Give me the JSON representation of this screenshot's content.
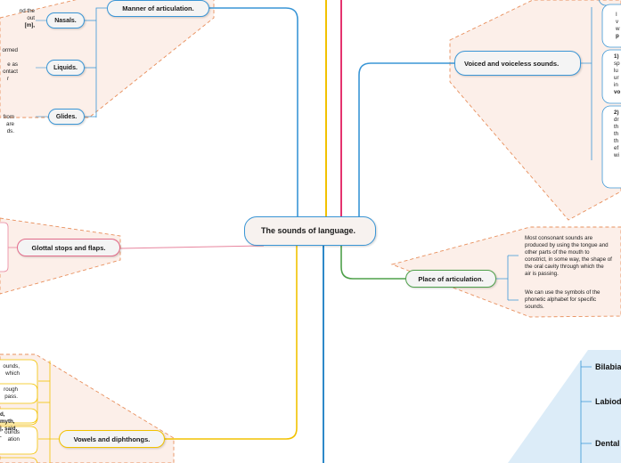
{
  "center": {
    "title": "The sounds of language."
  },
  "manner": {
    "title": "Manner of articulation.",
    "nasals": "Nasals.",
    "liquids": "Liquids.",
    "glides": "Glides.",
    "frag1a": "nd the",
    "frag1b": "out",
    "frag1c": "[m],",
    "frag2a": "ormed",
    "frag2b": "e as",
    "frag2c": "ontact",
    "frag2d": "r",
    "frag3a": "from",
    "frag3b": "are",
    "frag3c": "ds."
  },
  "voiced": {
    "title": "Voiced and voiceless sounds.",
    "c1a": "I",
    "c1b": "v",
    "c1c": "w",
    "c1d": "p",
    "c2a": "1)",
    "c2b": "sp",
    "c2c": "lu",
    "c2d": "ur",
    "c2e": "in",
    "c2f": "vo",
    "c3a": "2)",
    "c3b": "dr",
    "c3c": "th",
    "c3d": "th",
    "c3e": "th",
    "c3f": "ef",
    "c3g": "wi"
  },
  "glottal": {
    "title": "Glottal stops and flaps."
  },
  "place": {
    "title": "Place of articulation.",
    "text1": [
      "Most consonant sounds are",
      "produced by using the tongue and",
      "other parts of the mouth to",
      "constrict, in some way, the shape of",
      "the oral cavity through which the",
      "air is passing."
    ],
    "text2": [
      "We can use the symbols of the",
      "phonetic alphabet for specific",
      "sounds."
    ],
    "items": [
      "Bilabia",
      "Labiod",
      "Dental"
    ]
  },
  "vowels": {
    "title": "Vowels and diphthongs.",
    "f1": [
      "ounds,",
      "which"
    ],
    "f2": [
      "rough",
      "pass."
    ],
    "f3": [
      "d,",
      "myth,",
      "|, said,",
      "."
    ],
    "f4": [
      "ounds",
      "ation"
    ]
  }
}
